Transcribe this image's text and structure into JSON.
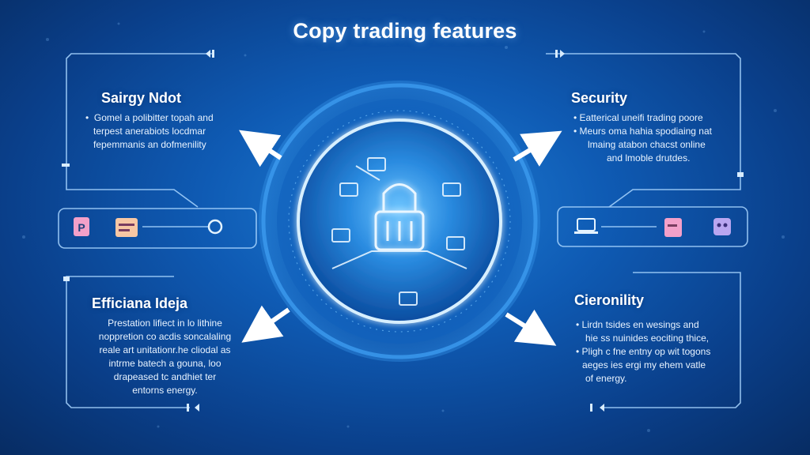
{
  "title": "Copy trading features",
  "panels": {
    "top_left": {
      "heading": "Sairgy Ndot",
      "lines": [
        "Gomel a polibitter topah and",
        "terpest anerabiots locdmar",
        "fepemmanis an dofmenility"
      ]
    },
    "top_right": {
      "heading": "Security",
      "lines": [
        "Eatterical uneifi trading poore",
        "Meurs oma hahia spodiaing nat",
        "lmaing atabon chacst online",
        "and lmoble drutdes."
      ]
    },
    "bottom_left": {
      "heading": "Efficiana Ideja",
      "lines": [
        "Prestation lifiect in lo lithine",
        "noppretion co acdis soncalaling",
        "reale art unitationr.he cliodal as",
        "intrme batech a gouna, loo",
        "drapeased tc andhiet ter",
        "entorns energy."
      ]
    },
    "bottom_right": {
      "heading": "Cieronility",
      "lines": [
        "Lirdn tsides en wesings and",
        "hie ss nuinides eociting thice,",
        "Pligh c fne entny op wit togons",
        "aeges ies ergi my ehem vatle",
        "of energy."
      ]
    }
  },
  "icons": {
    "center": "padlock-icon",
    "left_row": [
      "document-icon",
      "card-icon",
      "link-icon"
    ],
    "right_row": [
      "laptop-icon",
      "folder-icon",
      "robot-icon"
    ]
  },
  "colors": {
    "background": "#0b4a9e",
    "accent": "#59b8ff",
    "glow": "#bfe4ff",
    "text": "#ffffff"
  }
}
